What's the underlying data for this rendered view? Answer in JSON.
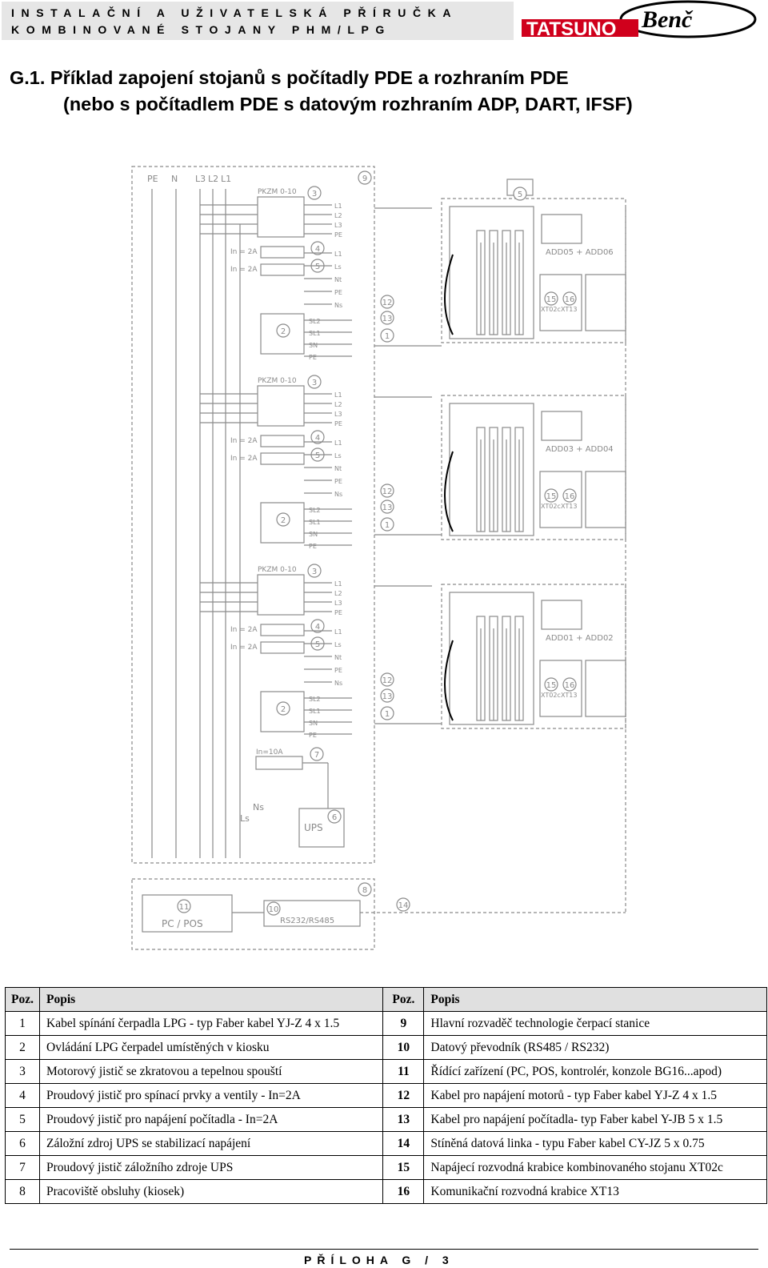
{
  "header": {
    "line1": "INSTALAČNÍ A UŽIVATELSKÁ PŘÍRUČKA",
    "line2": "KOMBINOVANÉ STOJANY PHM/LPG",
    "logo_text_1": "TATSUNO",
    "logo_text_2": "Benč"
  },
  "title": {
    "line1": "G.1. Příklad zapojení stojanů s počítadly PDE a rozhraním PDE",
    "line2": "(nebo s počítadlem PDE s datovým rozhraním ADP, DART, IFSF)"
  },
  "diagram": {
    "bus_labels": [
      "PE",
      "N",
      "L3",
      "L2",
      "L1"
    ],
    "pkzm": "PKZM 0-10",
    "in2a": "In = 2A",
    "in10a": "In=10A",
    "terms_power": [
      "L1",
      "L2",
      "L3",
      "PE"
    ],
    "terms_ctrl": [
      "L1",
      "Ls",
      "Nt",
      "PE",
      "Ns"
    ],
    "terms_sl": [
      "SL2",
      "SL1",
      "SN",
      "PE"
    ],
    "ups": "UPS",
    "ns": "Ns",
    "ls": "Ls",
    "pc_pos": "PC / POS",
    "rs": "RS232/RS485",
    "xt02c": "XT02c",
    "xt13": "XT13",
    "add": [
      "ADD05 + ADD06",
      "ADD03 + ADD04",
      "ADD01 + ADD02"
    ],
    "nums": [
      "1",
      "2",
      "3",
      "4",
      "5",
      "6",
      "7",
      "8",
      "9",
      "10",
      "11",
      "12",
      "13",
      "14",
      "15",
      "16"
    ]
  },
  "legend": {
    "head_poz": "Poz.",
    "head_popis": "Popis",
    "rows": [
      {
        "n1": "1",
        "d1": "Kabel spínání čerpadla LPG - typ Faber kabel YJ-Z 4 x 1.5",
        "n2": "9",
        "d2": "Hlavní rozvaděč technologie čerpací stanice"
      },
      {
        "n1": "2",
        "d1": "Ovládání LPG čerpadel umístěných v kiosku",
        "n2": "10",
        "d2": "Datový převodník (RS485 / RS232)"
      },
      {
        "n1": "3",
        "d1": "Motorový jistič se zkratovou a tepelnou spouští",
        "n2": "11",
        "d2": "Řídící zařízení (PC, POS, kontrolér, konzole BG16...apod)"
      },
      {
        "n1": "4",
        "d1": "Proudový jistič pro spínací prvky a ventily - In=2A",
        "n2": "12",
        "d2": "Kabel pro napájení motorů - typ Faber kabel YJ-Z 4 x 1.5"
      },
      {
        "n1": "5",
        "d1": "Proudový jistič pro napájení počítadla - In=2A",
        "n2": "13",
        "d2": "Kabel pro napájení počítadla- typ Faber kabel Y-JB 5 x 1.5"
      },
      {
        "n1": "6",
        "d1": "Záložní zdroj UPS se stabilizací napájení",
        "n2": "14",
        "d2": "Stíněná datová linka - typu Faber kabel CY-JZ 5 x 0.75"
      },
      {
        "n1": "7",
        "d1": "Proudový jistič záložního zdroje UPS",
        "n2": "15",
        "d2": "Napájecí rozvodná krabice kombinovaného stojanu XT02c"
      },
      {
        "n1": "8",
        "d1": "Pracoviště obsluhy (kiosek)",
        "n2": "16",
        "d2": "Komunikační rozvodná krabice XT13"
      }
    ]
  },
  "footer": "PŘÍLOHA G / 3"
}
